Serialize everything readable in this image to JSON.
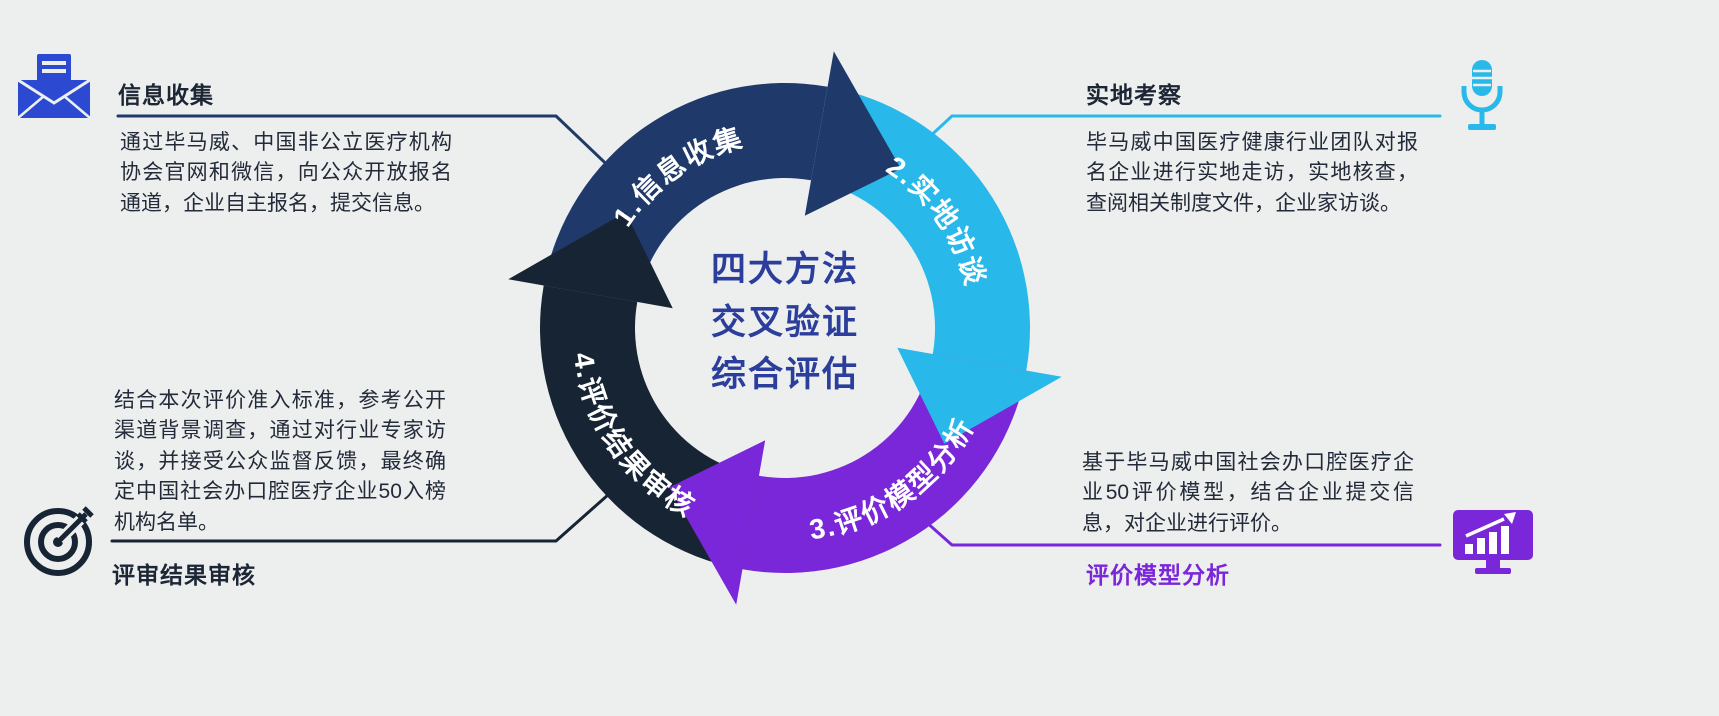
{
  "page": {
    "background": "#edefee"
  },
  "center_caption": {
    "line1": "四大方法",
    "line2": "交叉验证",
    "line3": "综合评估",
    "color": "#2c3e9c"
  },
  "arc_text_color": "#ffffff",
  "steps": [
    {
      "arc_label": "1.信息收集",
      "color": "#1f3a6a"
    },
    {
      "arc_label": "2.实地访谈",
      "color": "#29b8ea"
    },
    {
      "arc_label": "3.评价模型分析",
      "color": "#7a26d9"
    },
    {
      "arc_label": "4.评价结果审核",
      "color": "#172433"
    }
  ],
  "callouts": {
    "top_left": {
      "heading": "信息收集",
      "body": "通过毕马威、中国非公立医疗机构协会官网和微信，向公众开放报名通道，企业自主报名，提交信息。",
      "icon": "envelope-icon",
      "heading_color": "#1c2634",
      "line_color": "#1f3a6a",
      "icon_color": "#2b4ad1"
    },
    "top_right": {
      "heading": "实地考察",
      "body": "毕马威中国医疗健康行业团队对报名企业进行实地走访，实地核查，查阅相关制度文件，企业家访谈。",
      "icon": "microphone-icon",
      "heading_color": "#1c2634",
      "line_color": "#29b8ea",
      "icon_color": "#29b8ea"
    },
    "bottom_right": {
      "heading": "评价模型分析",
      "body": "基于毕马威中国社会办口腔医疗企业50评价模型，结合企业提交信息，对企业进行评价。",
      "icon": "monitor-chart-icon",
      "heading_color": "#7a26d9",
      "line_color": "#7a26d9",
      "icon_color": "#7a26d9"
    },
    "bottom_left": {
      "heading": "评审结果审核",
      "body": "结合本次评价准入标准，参考公开渠道背景调查，通过对行业专家访谈，并接受公众监督反馈，最终确定中国社会办口腔医疗企业50入榜机构名单。",
      "icon": "target-dart-icon",
      "heading_color": "#1c2634",
      "line_color": "#172433",
      "icon_color": "#172433"
    }
  }
}
